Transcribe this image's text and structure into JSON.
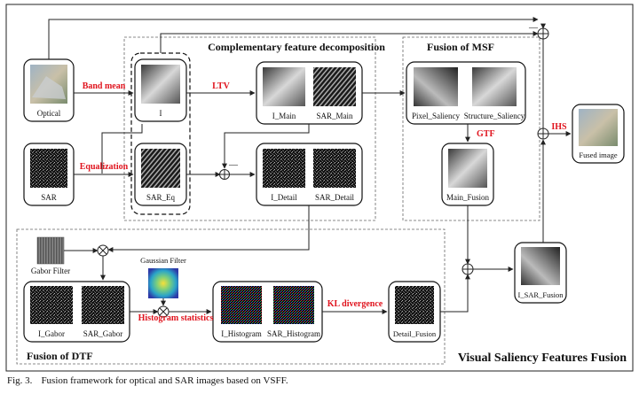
{
  "title": "Visual Saliency Features Fusion",
  "caption": {
    "figure_label": "Fig. 3.",
    "text": "Fusion framework for optical and SAR images based on VSFF."
  },
  "groups": {
    "cfd": "Complementary feature decomposition",
    "msf": "Fusion of MSF",
    "dtf": "Fusion of DTF"
  },
  "nodes": {
    "optical": "Optical",
    "sar": "SAR",
    "i": "I",
    "sar_eq": "SAR_Eq",
    "i_main": "I_Main",
    "sar_main": "SAR_Main",
    "i_detail": "I_Detail",
    "sar_detail": "SAR_Detail",
    "pixel_saliency": "Pixel_Saliency",
    "structure_saliency": "Structure_Saliency",
    "main_fusion": "Main_Fusion",
    "fused_image": "Fused image",
    "i_sar_fusion": "I_SAR_Fusion",
    "gabor_filter": "Gabor Filter",
    "gaussian_filter": "Gaussian Filter",
    "i_gabor": "I_Gabor",
    "sar_gabor": "SAR_Gabor",
    "i_histogram": "I_Histogram",
    "sar_histogram": "SAR_Histogram",
    "detail_fusion": "Detail_Fusion"
  },
  "operations": {
    "band_mean": "Band mean",
    "equalization": "Equalization",
    "ltv": "LTV",
    "gtf": "GTF",
    "ihs": "IHS",
    "histogram_statistics": "Histogram statistics",
    "kl_divergence": "KL divergence"
  },
  "signs": {
    "minus_top": "—",
    "minus_mid": "—"
  },
  "colors": {
    "operation_red": "#e0141e",
    "line": "#222222",
    "group_border": "#666666"
  }
}
